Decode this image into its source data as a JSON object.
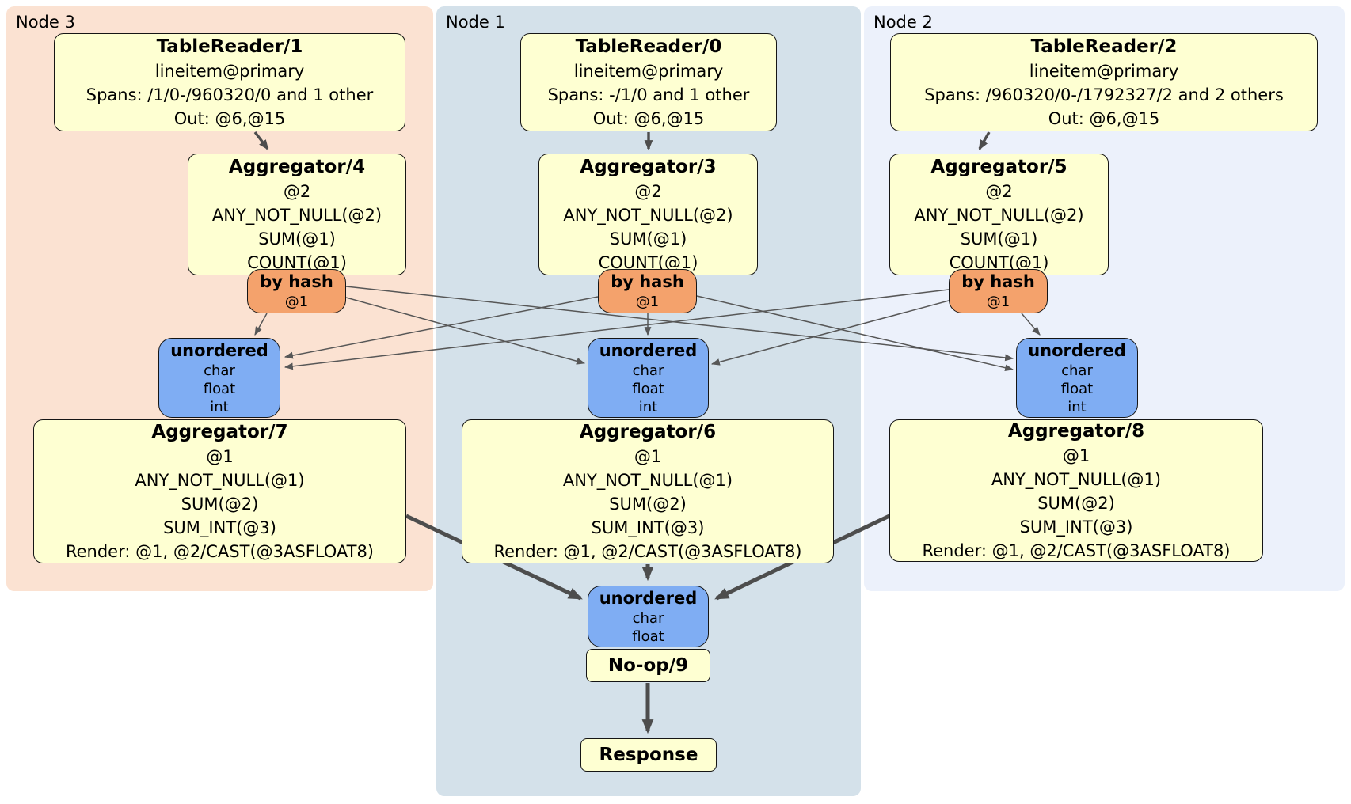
{
  "colors": {
    "node3_bg": "#fbe2d2",
    "node1_bg": "#d4e1ea",
    "node2_bg": "#ecf1fb",
    "box_bg": "#feffd2",
    "router_bg": "#f4a26c",
    "sync_bg": "#7fadf3",
    "edge": "#4d4d4d",
    "edge_thin": "#575757"
  },
  "groups": [
    {
      "label": "Node 3",
      "table_reader": {
        "title": "TableReader/1",
        "lines": [
          "lineitem@primary",
          "Spans: /1/0-/960320/0 and 1 other",
          "Out: @6,@15"
        ]
      },
      "aggregator_top": {
        "title": "Aggregator/4",
        "lines": [
          "@2",
          "ANY_NOT_NULL(@2)",
          "SUM(@1)",
          "COUNT(@1)"
        ]
      },
      "router": {
        "title": "by hash",
        "lines": [
          "@1"
        ]
      },
      "sync": {
        "title": "unordered",
        "lines": [
          "char",
          "float",
          "int"
        ]
      },
      "aggregator_bottom": {
        "title": "Aggregator/7",
        "lines": [
          "@1",
          "ANY_NOT_NULL(@1)",
          "SUM(@2)",
          "SUM_INT(@3)",
          "Render: @1, @2/CAST(@3ASFLOAT8)"
        ]
      }
    },
    {
      "label": "Node 1",
      "table_reader": {
        "title": "TableReader/0",
        "lines": [
          "lineitem@primary",
          "Spans: -/1/0 and 1 other",
          "Out: @6,@15"
        ]
      },
      "aggregator_top": {
        "title": "Aggregator/3",
        "lines": [
          "@2",
          "ANY_NOT_NULL(@2)",
          "SUM(@1)",
          "COUNT(@1)"
        ]
      },
      "router": {
        "title": "by hash",
        "lines": [
          "@1"
        ]
      },
      "sync": {
        "title": "unordered",
        "lines": [
          "char",
          "float",
          "int"
        ]
      },
      "aggregator_bottom": {
        "title": "Aggregator/6",
        "lines": [
          "@1",
          "ANY_NOT_NULL(@1)",
          "SUM(@2)",
          "SUM_INT(@3)",
          "Render: @1, @2/CAST(@3ASFLOAT8)"
        ]
      }
    },
    {
      "label": "Node 2",
      "table_reader": {
        "title": "TableReader/2",
        "lines": [
          "lineitem@primary",
          "Spans: /960320/0-/1792327/2 and 2 others",
          "Out: @6,@15"
        ]
      },
      "aggregator_top": {
        "title": "Aggregator/5",
        "lines": [
          "@2",
          "ANY_NOT_NULL(@2)",
          "SUM(@1)",
          "COUNT(@1)"
        ]
      },
      "router": {
        "title": "by hash",
        "lines": [
          "@1"
        ]
      },
      "sync": {
        "title": "unordered",
        "lines": [
          "char",
          "float",
          "int"
        ]
      },
      "aggregator_bottom": {
        "title": "Aggregator/8",
        "lines": [
          "@1",
          "ANY_NOT_NULL(@1)",
          "SUM(@2)",
          "SUM_INT(@3)",
          "Render: @1, @2/CAST(@3ASFLOAT8)"
        ]
      }
    }
  ],
  "final": {
    "sync": {
      "title": "unordered",
      "lines": [
        "char",
        "float"
      ]
    },
    "noop": {
      "title": "No-op/9"
    },
    "response": {
      "title": "Response"
    }
  }
}
